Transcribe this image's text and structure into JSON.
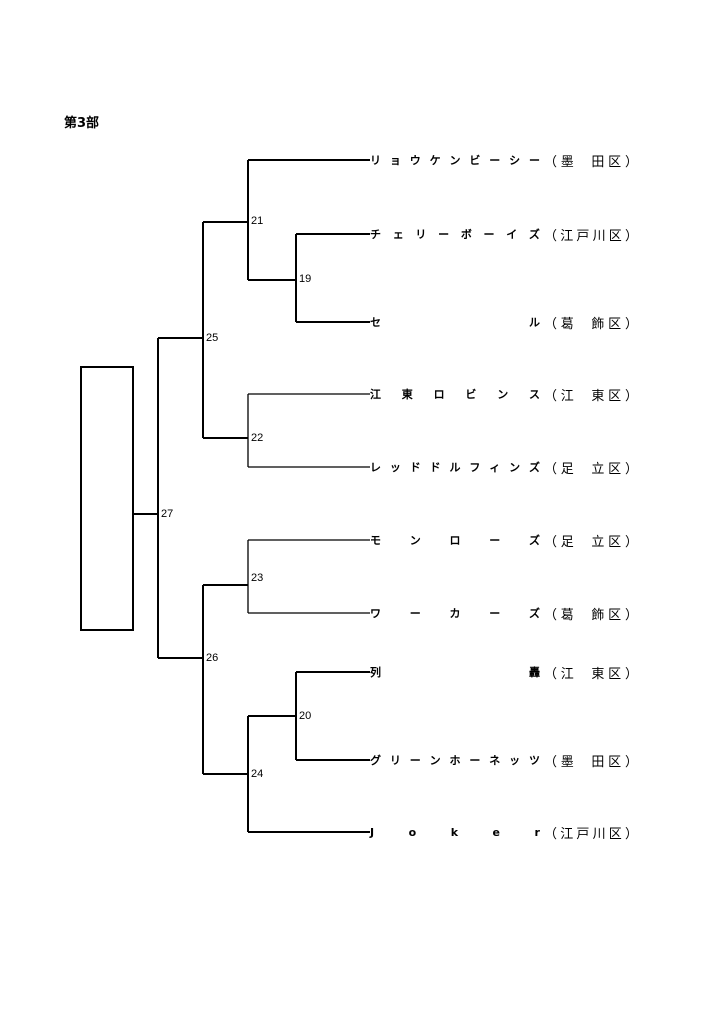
{
  "title": "第3部",
  "teams": [
    {
      "name": [
        "リ",
        "ョ",
        "ウ",
        "ケ",
        "ン",
        "ビ",
        "ー",
        "シ",
        "ー"
      ],
      "district": [
        "（",
        "墨",
        "",
        "田",
        "区",
        "）"
      ]
    },
    {
      "name": [
        "チ",
        "ェ",
        "リ",
        "ー",
        "ボ",
        "ー",
        "イ",
        "ズ"
      ],
      "district": [
        "（",
        "江",
        "戸",
        "川",
        "区",
        "）"
      ]
    },
    {
      "name": [
        "セ",
        "ル"
      ],
      "district": [
        "（",
        "葛",
        "",
        "飾",
        "区",
        "）"
      ]
    },
    {
      "name": [
        "江",
        "東",
        "ロ",
        "ビ",
        "ン",
        "ス"
      ],
      "district": [
        "（",
        "江",
        "",
        "東",
        "区",
        "）"
      ]
    },
    {
      "name": [
        "レ",
        "ッ",
        "ド",
        "ド",
        "ル",
        "フ",
        "ィ",
        "ン",
        "ズ"
      ],
      "district": [
        "（",
        "足",
        "",
        "立",
        "区",
        "）"
      ]
    },
    {
      "name": [
        "モ",
        "ン",
        "ロ",
        "ー",
        "ズ"
      ],
      "district": [
        "（",
        "足",
        "",
        "立",
        "区",
        "）"
      ]
    },
    {
      "name": [
        "ワ",
        "ー",
        "カ",
        "ー",
        "ズ"
      ],
      "district": [
        "（",
        "葛",
        "",
        "飾",
        "区",
        "）"
      ]
    },
    {
      "name": [
        "列",
        "轟"
      ],
      "district": [
        "（",
        "江",
        "",
        "東",
        "区",
        "）"
      ]
    },
    {
      "name": [
        "グ",
        "リ",
        "ー",
        "ン",
        "ホ",
        "ー",
        "ネ",
        "ッ",
        "ツ"
      ],
      "district": [
        "（",
        "墨",
        "",
        "田",
        "区",
        "）"
      ]
    },
    {
      "name": [
        "J",
        "o",
        "k",
        "e",
        "r"
      ],
      "district": [
        "（",
        "江",
        "戸",
        "川",
        "区",
        "）"
      ]
    }
  ],
  "matches": [
    "19",
    "20",
    "21",
    "22",
    "23",
    "24",
    "25",
    "26",
    "27"
  ]
}
